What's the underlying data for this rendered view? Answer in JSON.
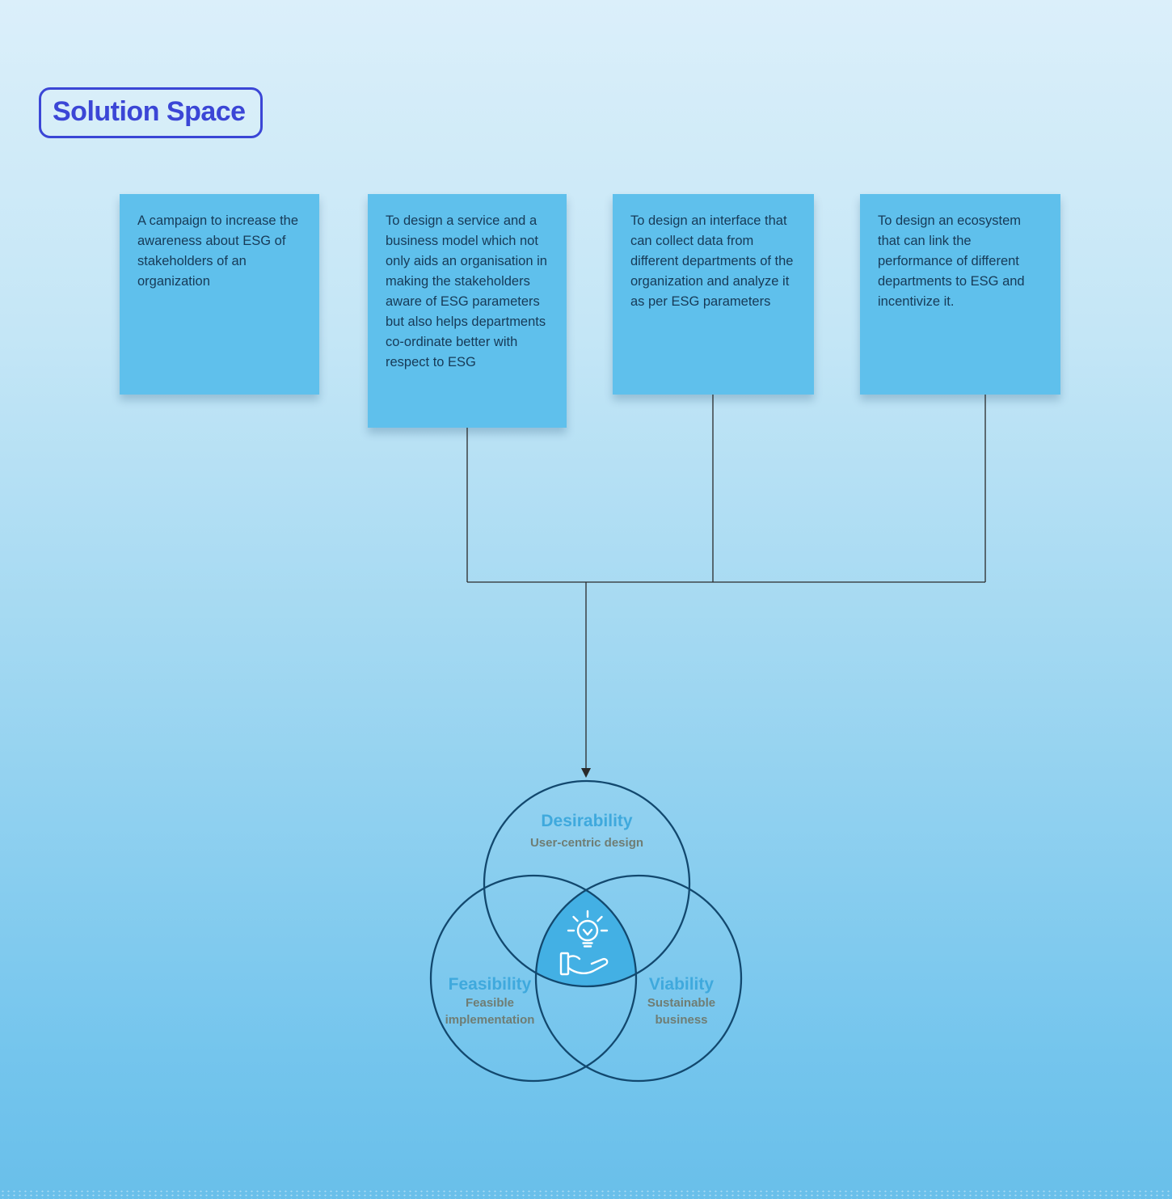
{
  "title": "Solution Space",
  "cards": [
    {
      "text": "A campaign to increase the awareness about ESG of stakeholders of an organization"
    },
    {
      "text": "To design a service and a business model which not only aids an organisation in making the stakeholders aware of ESG parameters but also helps departments co-ordinate better with respect to ESG"
    },
    {
      "text": "To design an interface that can collect data from different departments of the organization and analyze it as per ESG parameters"
    },
    {
      "text": "To design an ecosystem that can link the performance of different departments to ESG and incentivize it."
    }
  ],
  "venn": {
    "top": {
      "label": "Desirability",
      "sublabel": "User-centric design"
    },
    "left": {
      "label": "Feasibility",
      "sublabel": "Feasible implementation"
    },
    "right": {
      "label": "Viability",
      "sublabel": "Sustainable business"
    },
    "center_icon": "lightbulb-in-hand-icon"
  },
  "colors": {
    "title_accent": "#3b46d6",
    "card_fill": "#5fc0ec",
    "card_text": "#173a57",
    "venn_stroke": "#12486e",
    "venn_center_fill": "#43b0e4",
    "venn_label": "#3fa9dd",
    "venn_sublabel": "#6f7d74",
    "connector": "#2a2a2a"
  }
}
